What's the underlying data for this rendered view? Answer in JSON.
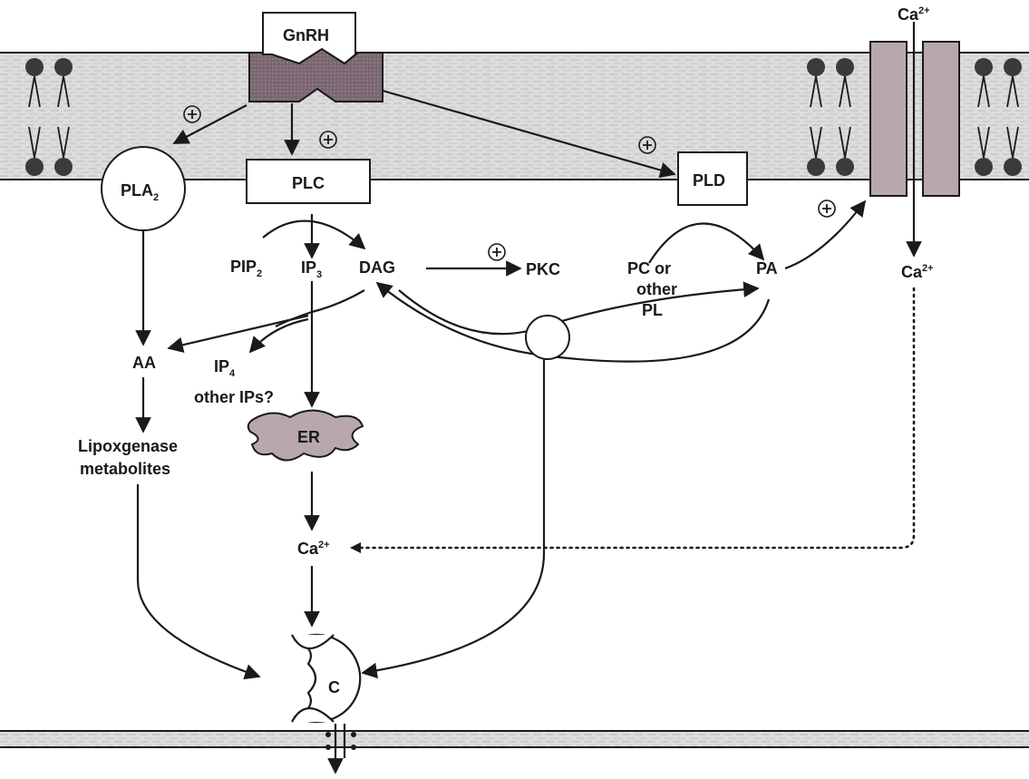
{
  "receptor": {
    "label": "GnRH"
  },
  "enzymes": {
    "pla2": {
      "label": "PLA",
      "sub": "2"
    },
    "plc": {
      "label": "PLC"
    },
    "pld": {
      "label": "PLD"
    }
  },
  "channel": {
    "ca_in": {
      "label": "Ca",
      "sup": "2+"
    },
    "ca_out": {
      "label": "Ca",
      "sup": "2+"
    }
  },
  "metabolites": {
    "pip2": {
      "label": "PIP",
      "sub": "2"
    },
    "ip3": {
      "label": "IP",
      "sub": "3"
    },
    "dag": {
      "label": "DAG"
    },
    "pkc": {
      "label": "PKC"
    },
    "pc": {
      "line1": "PC or",
      "line2": "other",
      "line3": "PL"
    },
    "pa": {
      "label": "PA"
    },
    "aa": {
      "label": "AA"
    },
    "ip4": {
      "label": "IP",
      "sub": "4"
    },
    "other_ips": {
      "label": "other IPs?"
    },
    "lipox": {
      "line1": "Lipoxgenase",
      "line2": "metabolites"
    },
    "er": {
      "label": "ER"
    },
    "ca_cyto": {
      "label": "Ca",
      "sup": "2+"
    },
    "c": {
      "label": "C"
    }
  },
  "stimulation_symbol": "⊕"
}
